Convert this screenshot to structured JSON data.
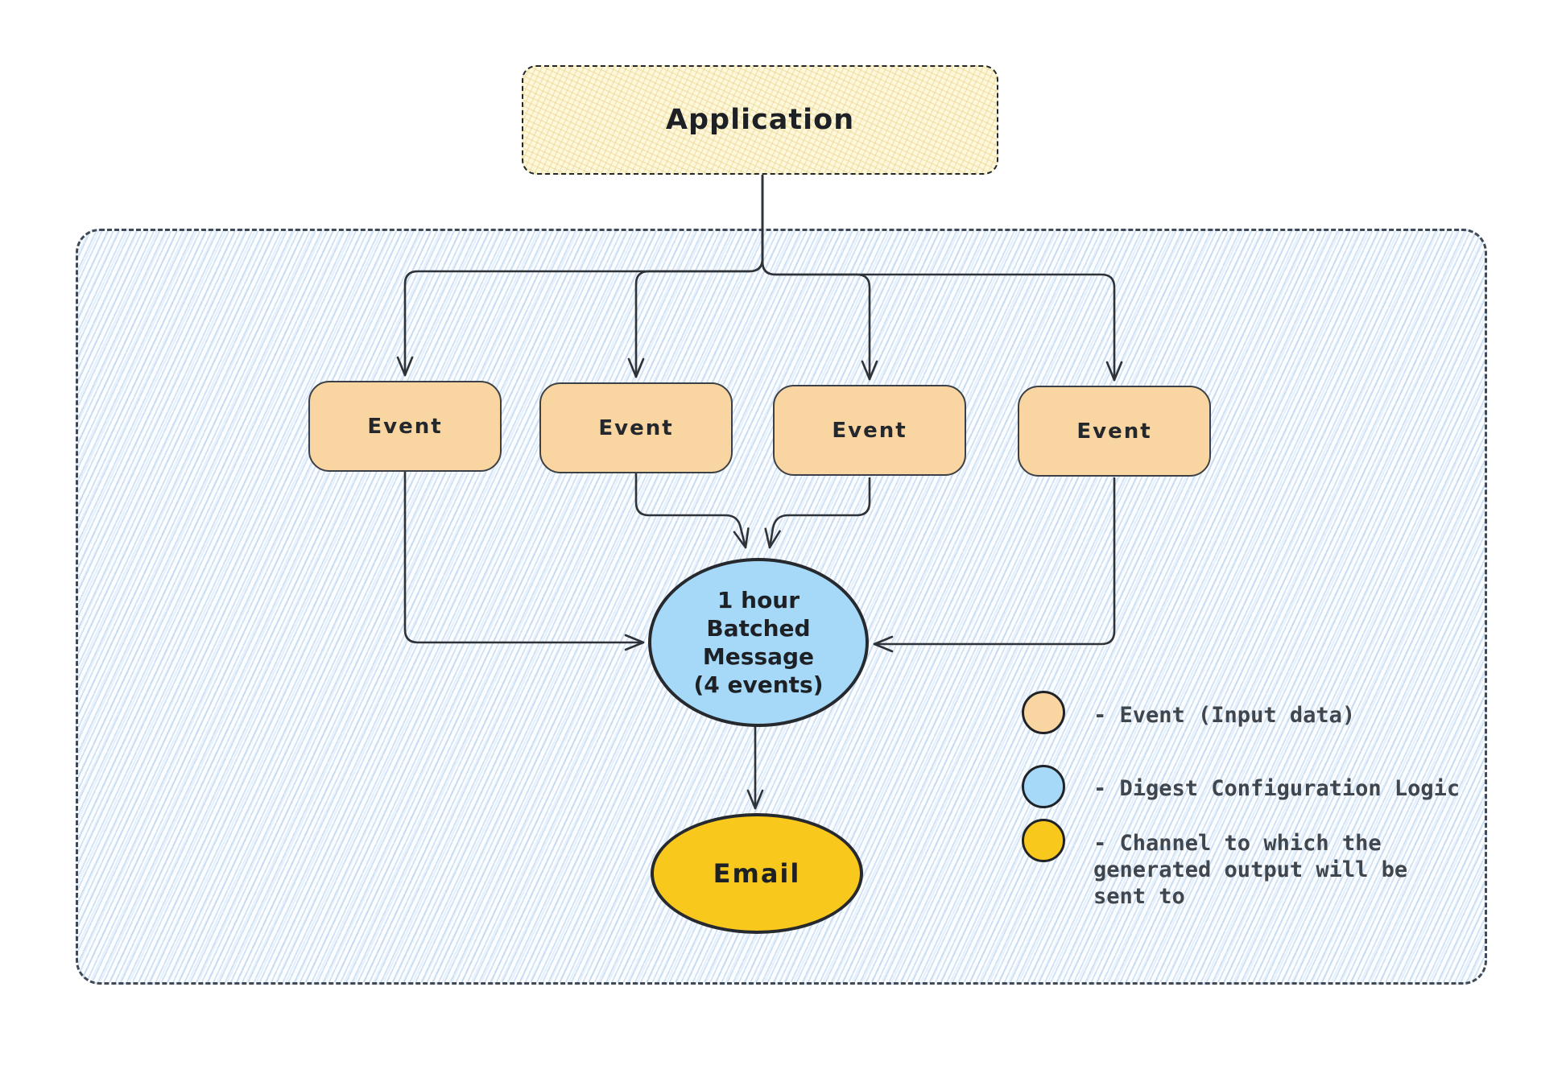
{
  "app": {
    "label": "Application"
  },
  "events": [
    {
      "label": "Event"
    },
    {
      "label": "Event"
    },
    {
      "label": "Event"
    },
    {
      "label": "Event"
    }
  ],
  "digest": {
    "label": "1 hour\nBatched\nMessage\n(4 events)"
  },
  "channel": {
    "label": "Email"
  },
  "legend": {
    "items": [
      {
        "name": "event",
        "color": "#f9d5a1",
        "label": "- Event (Input data)"
      },
      {
        "name": "digest",
        "color": "#a6d9f7",
        "label": "- Digest Configuration Logic"
      },
      {
        "name": "channel",
        "color": "#f8c81d",
        "label": "- Channel to which the\ngenerated output will be\nsent to"
      }
    ]
  },
  "colors": {
    "stroke": "#2e3338",
    "container_border": "#414a54",
    "container_hatch": "#89b4e2",
    "app_fill": "#fdf7dc",
    "event_fill": "#f9d5a1",
    "digest_fill": "#a6d9f7",
    "channel_fill": "#f8c81d",
    "legend_text": "#3f464d"
  }
}
